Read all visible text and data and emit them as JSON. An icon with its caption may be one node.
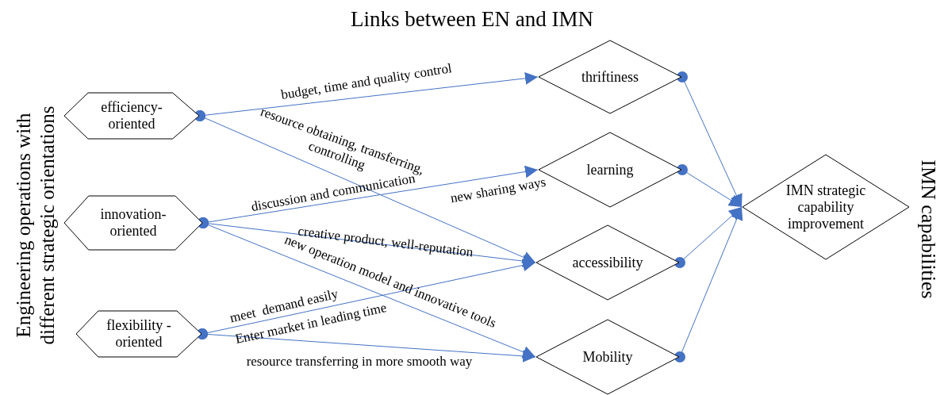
{
  "diagram": {
    "title": "Links between EN and IMN",
    "nodes": [
      {
        "text": [
          "efficiency-oriented"
        ]
      },
      {
        "text": [
          "innovation-oriented"
        ]
      },
      {
        "text": [
          "flexibility -oriented"
        ]
      },
      {
        "text": [
          "thriftiness"
        ]
      },
      {
        "text": [
          "learning"
        ]
      },
      {
        "text": [
          "accessibility"
        ]
      },
      {
        "text": [
          "Mobility"
        ]
      },
      {
        "text": [
          "IMN strategic capability improvement"
        ]
      }
    ],
    "edges": [
      {
        "from": 0,
        "to": 3,
        "arrow": "to",
        "label": "budget, time and quality control"
      },
      {
        "from": 0,
        "to": 5,
        "arrow": "to",
        "label": "resource obtaining, transferring, controlling"
      },
      {
        "from": 1,
        "to": 4,
        "arrow": "to",
        "label": "discussion and communication"
      },
      {
        "from": 1,
        "to": 5,
        "arrow": "to",
        "label": "creative product, well-reputation"
      },
      {
        "from": 1,
        "to": 6,
        "arrow": "to",
        "label": "new operation model and innovative tools"
      },
      {
        "from": 2,
        "to": 5,
        "arrow": "to",
        "label": "meet  demand easily"
      },
      {
        "from": 2,
        "to": 6,
        "arrow": "to",
        "label": "resource transferring in more smooth way"
      },
      {
        "from": 3,
        "to": 7,
        "arrow": "to"
      },
      {
        "from": 4,
        "to": 7,
        "arrow": "to"
      },
      {
        "from": 5,
        "to": 7,
        "arrow": "to"
      },
      {
        "from": 6,
        "to": 7,
        "arrow": "to"
      }
    ],
    "labels": [
      "Engineering operations with different strategic orientations",
      "IMN capabilities",
      "new sharing ways",
      "Enter market in leading time"
    ]
  }
}
